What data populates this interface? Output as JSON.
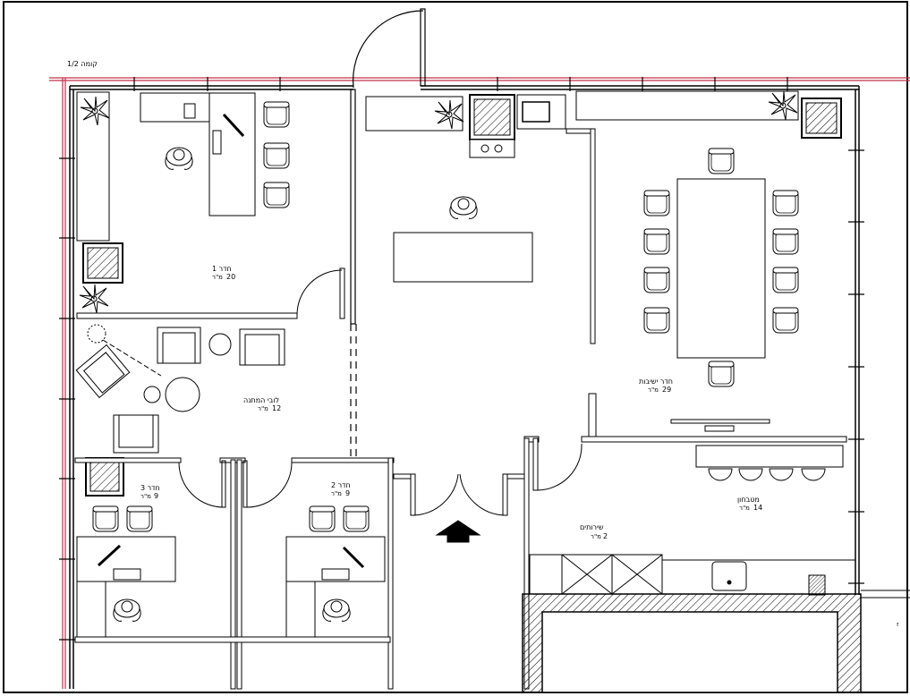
{
  "header_label": "קומה 1/2",
  "rooms": [
    {
      "id": "r1",
      "name": "חדר 1",
      "area": "20",
      "unit": "מ\"ר"
    },
    {
      "id": "r2",
      "name": "חדר 2",
      "area": "9",
      "unit": "מ\"ר"
    },
    {
      "id": "r3",
      "name": "חדר 3",
      "area": "9",
      "unit": "מ\"ר"
    },
    {
      "id": "lobby",
      "name": "לובי המתנה",
      "area": "12",
      "unit": "מ\"ר"
    },
    {
      "id": "meeting",
      "name": "חדר ישיבות",
      "area": "29",
      "unit": "מ\"ר"
    },
    {
      "id": "kitchen",
      "name": "מטבחון",
      "area": "14",
      "unit": "מ\"ר"
    },
    {
      "id": "wc",
      "name": "שירותים",
      "area": "2",
      "unit": "מ\"ר"
    }
  ],
  "right_edge_mark": "ז"
}
